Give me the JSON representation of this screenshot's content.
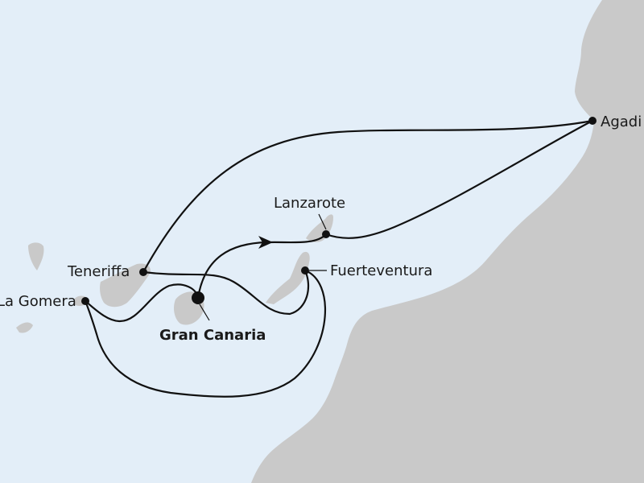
{
  "map": {
    "colors": {
      "sea": "#e3eef8",
      "land": "#c9c9c9",
      "route": "#111111",
      "text": "#1a1a1a"
    },
    "ports": {
      "agadir": "Agadi",
      "lanzarote": "Lanzarote",
      "fuerteventura": "Fuerteventura",
      "teneriffa": "Teneriffa",
      "la_gomera": "La Gomera",
      "gran_canaria": "Gran Canaria"
    },
    "home_port": "gran_canaria",
    "route_direction_icon": "arrowhead-icon"
  }
}
